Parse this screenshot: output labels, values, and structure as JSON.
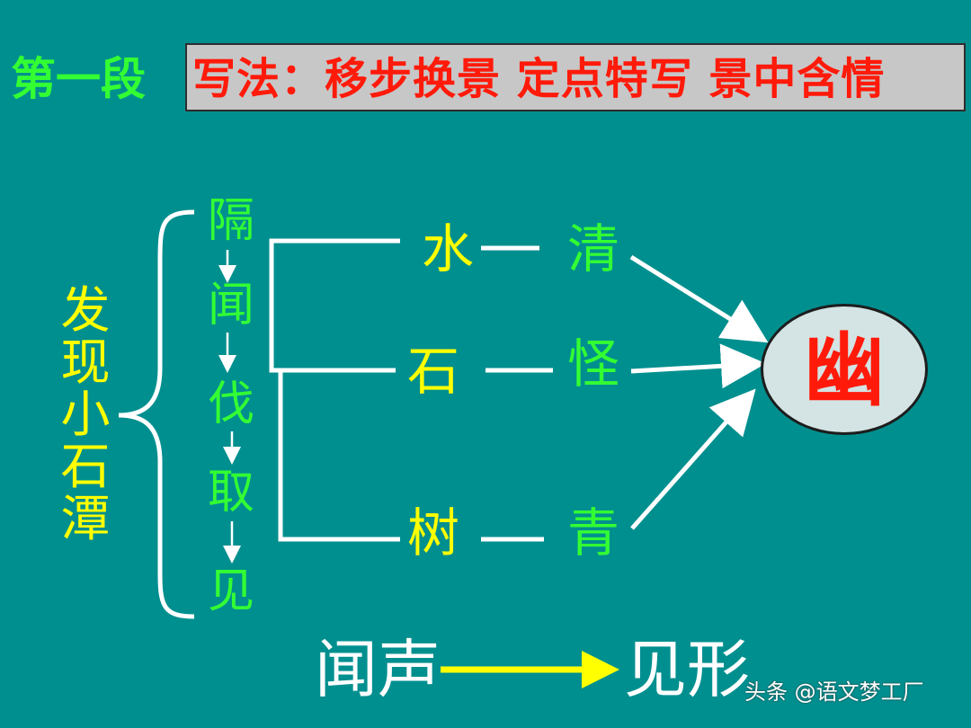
{
  "header": {
    "section": "第一段",
    "method": "写法：移步换景 定点特写  景中含情"
  },
  "left_title": "发现小石潭",
  "steps": [
    "隔",
    "闻",
    "伐",
    "取",
    "见"
  ],
  "pairs": [
    {
      "object": "水",
      "quality": "清"
    },
    {
      "object": "石",
      "quality": "怪"
    },
    {
      "object": "树",
      "quality": "青"
    }
  ],
  "center": "幽",
  "bottom": {
    "from": "闻声",
    "to": "见形"
  },
  "watermark": "头条 @语文梦工厂",
  "colors": {
    "background": "#008f8f",
    "green_text": "#33ff33",
    "yellow_text": "#ffff00",
    "red_text": "#ff1a0a",
    "white_lines": "#ffffff"
  }
}
